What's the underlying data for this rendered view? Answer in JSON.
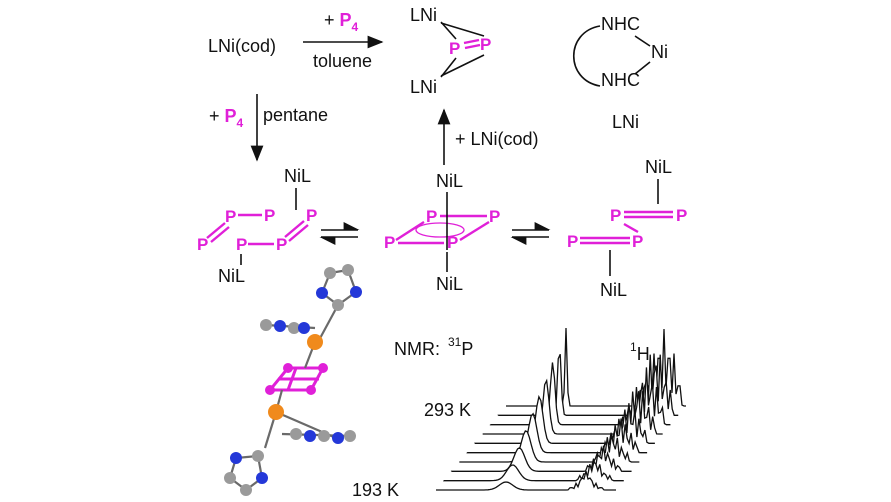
{
  "reaction": {
    "start": "LNi(cod)",
    "reagent_plus": "+ ",
    "reagent": "P",
    "reagent_sub": "4",
    "solvent_top": "toluene",
    "solvent_side": "pentane",
    "plus_lnicod": "+ LNi(cod)"
  },
  "atoms": {
    "lni": "LNi",
    "nil": "NiL",
    "p": "P",
    "nhc": "NHC",
    "ni": "Ni"
  },
  "ligand_label": "LNi",
  "nmr": {
    "label": "NMR:",
    "p_sup": "31",
    "p": "P",
    "h_sup": "1",
    "h": "H",
    "t_high": "293 K",
    "t_low": "193 K"
  },
  "colors": {
    "phosphorus": "#e020d8",
    "nickel": "#f08a1c",
    "nitrogen": "#2438d8",
    "carbon": "#9a9a9a"
  }
}
